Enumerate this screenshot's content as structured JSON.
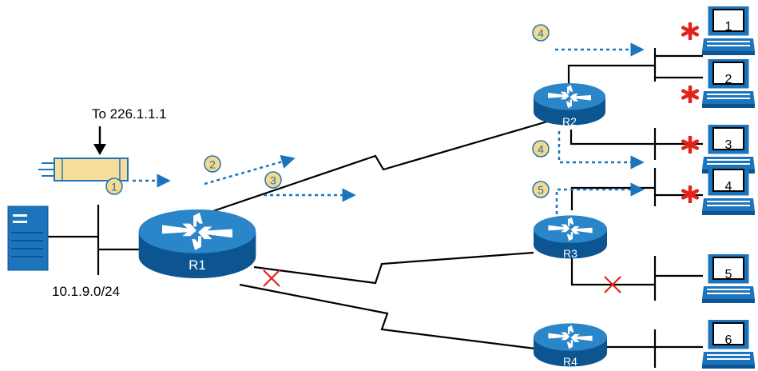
{
  "destination_label": "To 226.1.1.1",
  "subnet_label": "10.1.9.0/24",
  "routers": {
    "r1": "R1",
    "r2": "R2",
    "r3": "R3",
    "r4": "R4"
  },
  "hosts": {
    "h1": "1",
    "h2": "2",
    "h3": "3",
    "h4": "4",
    "h5": "5",
    "h6": "6"
  },
  "steps": {
    "s1": "1",
    "s2": "2",
    "s3": "3",
    "s4a": "4",
    "s4b": "4",
    "s5": "5"
  },
  "colors": {
    "router_blue": "#1a6fb0",
    "router_dark": "#0d5591",
    "router_top": "#2a86c8",
    "packet_fill": "#f8dd9a",
    "step_badge": "#f7d98b",
    "arrow_blue": "#1c75bc",
    "star_red": "#e2231a",
    "cross_red": "#e2231a"
  },
  "icons": {
    "server": "server-icon",
    "router": "router-icon",
    "pc": "pc-icon",
    "star": "receiver-star-icon",
    "cross": "pruned-x-icon"
  }
}
